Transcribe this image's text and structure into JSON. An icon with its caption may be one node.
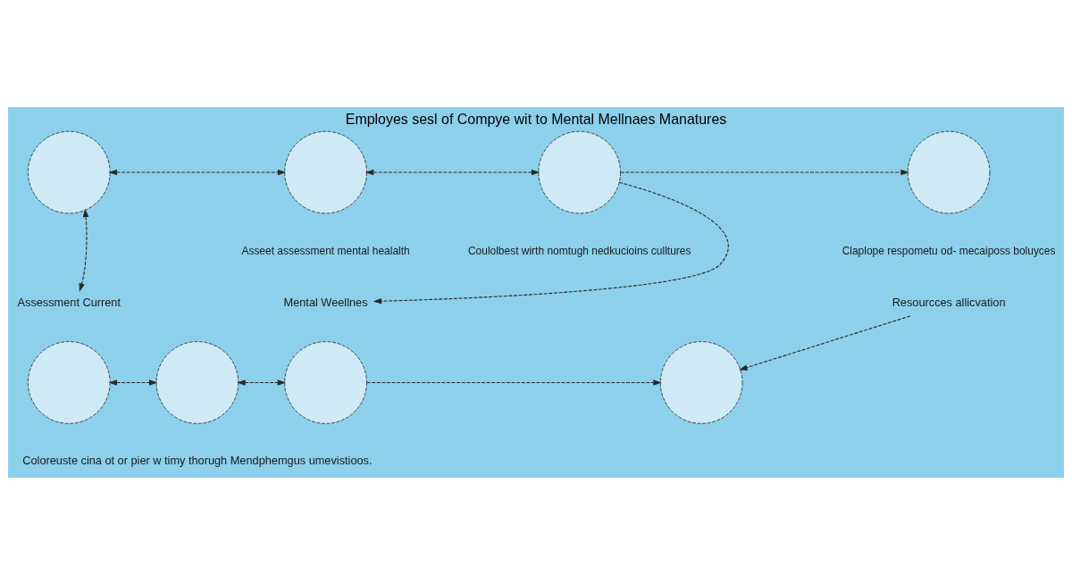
{
  "diagram": {
    "title": "Employes sesl of Compye wit to Mental Mellnaes Manatures",
    "caption": "Coloreuste cina ot or pier w timy thorugh Mendphemgus umevistioos.",
    "nodes": [
      {
        "text": [],
        "shape": "circle"
      },
      {
        "text": [],
        "shape": "circle",
        "beside": [
          "Asseet assessment mental healalth"
        ]
      },
      {
        "text": [],
        "shape": "circle",
        "beside": [
          "Coulolbest wirth nomtugh nedkucioins culltures"
        ]
      },
      {
        "text": [],
        "shape": "circle",
        "beside": [
          "Claplope respometu od- mecaiposs boluyces"
        ]
      },
      {
        "text": [
          "Assessment Current"
        ]
      },
      {
        "text": [
          "Mental Weellnes"
        ]
      },
      {
        "text": [
          "Resourcces allicvation"
        ]
      },
      {
        "text": [],
        "shape": "circle"
      },
      {
        "text": [],
        "shape": "circle"
      },
      {
        "text": [],
        "shape": "circle"
      },
      {
        "text": [],
        "shape": "circle"
      }
    ],
    "edges": [
      {
        "from": 0,
        "to": 1,
        "arrow": "both"
      },
      {
        "from": 1,
        "to": 2,
        "arrow": "both"
      },
      {
        "from": 2,
        "to": 3,
        "arrow": "to"
      },
      {
        "from": 0,
        "to": 4,
        "arrow": "both"
      },
      {
        "from": 2,
        "to": 5,
        "arrow": "to"
      },
      {
        "from": 6,
        "to": 10,
        "arrow": "to"
      },
      {
        "from": 7,
        "to": 8,
        "arrow": "both"
      },
      {
        "from": 8,
        "to": 9,
        "arrow": "both"
      },
      {
        "from": 9,
        "to": 10,
        "arrow": "to"
      }
    ]
  }
}
